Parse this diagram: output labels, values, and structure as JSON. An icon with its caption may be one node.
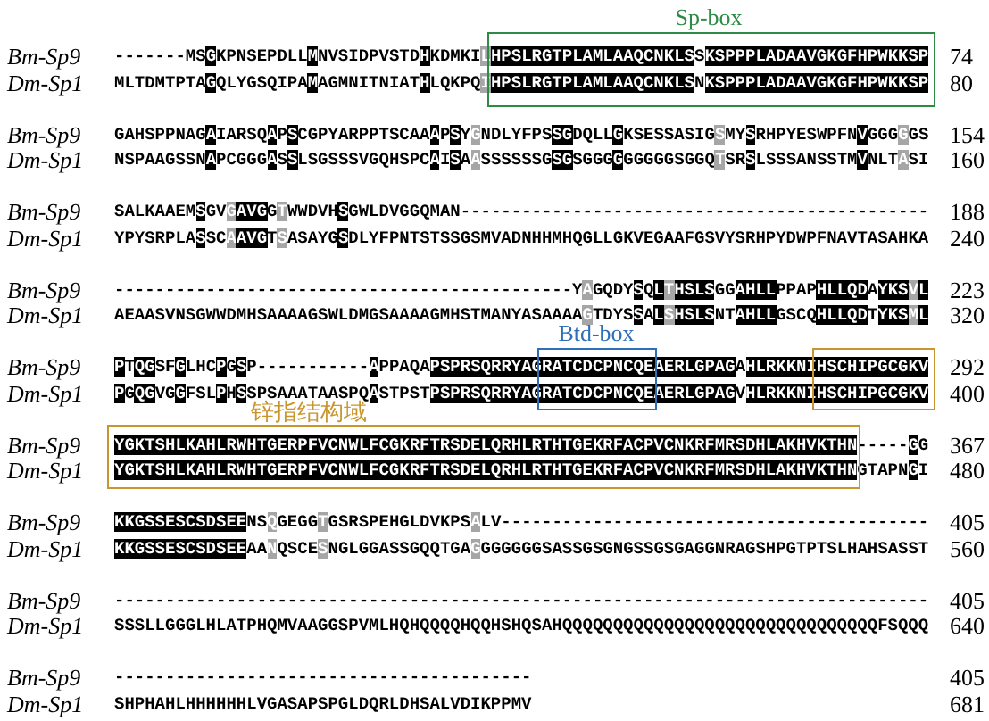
{
  "diagram": {
    "nodes": [
      {
        "text": [
          "Sp-box"
        ]
      },
      {
        "text": [
          "Btd-box"
        ]
      },
      {
        "text": [],
        "shape": "box"
      },
      {
        "text": [
          "锌指结构域"
        ]
      }
    ],
    "labels": [
      "Bm-Sp9",
      "-------MSGKPNSEPDLLMNVSIDPVSTDHKDMKILHPSLRGTPLAMLAAQCNKLSSKSPPPLADAAVGKGFHPWKKSP",
      "74",
      "Dm-Sp1",
      "MLTDMTPTAGQLYGSQIPAMAGMNITNIATHLQKPQIHPSLRGTPLAMLAAQCNKLSNKSPPPLADAAVGKGFHPWKKSP",
      "80",
      "Bm-Sp9",
      "GAHSPPNAGAIARSQAPSCGPYARPPTSCAAAPSYGNDLYFPSSGDQLLGKSESSASIGSMYSRHPYESWPFNVGGGGGS",
      "154",
      "Dm-Sp1",
      "NSPAAGSSNAPCGGGASSLSGSSSVGQHSPCAISAASSSSSSGSGSGGGGGGGGGSGGQTSRSLSSSANSSTMVNLTASI",
      "160",
      "Bm-Sp9",
      "SALKAAEMSGVGAVGGTWWDVHSGWLDVGGQMAN----------------------------------------------",
      "188",
      "Dm-Sp1",
      "YPYSRPLASSCAAVGTSASAYGSDLYFPNTSTSSGSMVADNHHMHQGLLGKVEGAAFGSVYSRHPYDWPFNAVTASAHKA",
      "240",
      "Bm-Sp9",
      "---------------------------------------------YAGQDYSQLTHSLSGGAHLLPPAPHLLQDAYKSVL",
      "223",
      "Dm-Sp1",
      "AEAASVNSGWWDMHSAAAAGSWLDMGSAAAAGMHSTMANYASAAAAGTDYSSALSHSLSNTAHLLGSCQHLLQDTYKSML",
      "320",
      "Bm-Sp9",
      "PTQGSFGLHCPGSP-----------APPAQAPSPRSQRRYAGRATCDCPNCQEAERLGPAGAHLRKKNIHSCHIPGCGKV",
      "292",
      "Dm-Sp1",
      "PGQGVGGFSLPHSSPSAAATAASPQASTPSTPSPRSQRRYAGRATCDCPNCQEAERLGPAGVHLRKKNIHSCHIPGCGKV",
      "400",
      "Bm-Sp9",
      "YGKTSHLKAHLRWHTGERPFVCNWLFCGKRFTRSDELQRHLRTHTGEKRFACPVCNKRFMRSDHLAKHVKTHN-----GG",
      "367",
      "Dm-Sp1",
      "YGKTSHLKAHLRWHTGERPFVCNWLFCGKRFTRSDELQRHLRTHTGEKRFACPVCNKRFMRSDHLAKHVKTHNGTAPNGI",
      "480",
      "Bm-Sp9",
      "KKGSSESCSDSEENSQGEGGTGSRSPEHGLDVKPSALV------------------------------------------",
      "405",
      "Dm-Sp1",
      "KKGSSESCSDSEEAANQSCESNGLGGASSGQQTGAGGGGGGGSASSGSGNGSSGSGAGGNRAGSHPGTPTSLHAHSASST",
      "560",
      "Bm-Sp9",
      "--------------------------------------------------------------------------------",
      "405",
      "Dm-Sp1",
      "SSSLLGGGLHLATPHQMVAAGGSPVMLHQHQQQQHQQHSHQSAHQQQQQQQQQQQQQQQQQQQQQQQQQQQQQQQFSQQQ",
      "640",
      "Bm-Sp9",
      "-----------------------------------------",
      "405",
      "Dm-Sp1",
      "SHPHAHLHHHHHHLVGASAPSPGLDQRLDHSALVDIKPPMV",
      "681"
    ]
  }
}
